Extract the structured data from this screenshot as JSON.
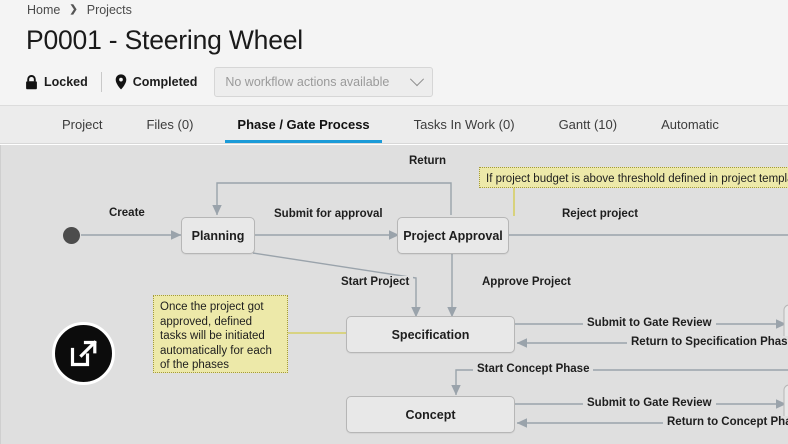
{
  "breadcrumb": {
    "items": [
      "Home",
      "Projects"
    ],
    "separator": "❯"
  },
  "header": {
    "title": "P0001 - Steering Wheel",
    "locked_label": "Locked",
    "status_label": "Completed",
    "workflow_select_value": "No workflow actions available"
  },
  "tabs": [
    {
      "label": "Project",
      "active": false
    },
    {
      "label": "Files (0)",
      "active": false
    },
    {
      "label": "Phase / Gate Process",
      "active": true
    },
    {
      "label": "Tasks In Work (0)",
      "active": false
    },
    {
      "label": "Gantt (10)",
      "active": false
    },
    {
      "label": "Automatic",
      "active": false
    }
  ],
  "colors": {
    "accent": "#1b9bd8",
    "canvas_bg": "#dfdfdf",
    "node_bg": "#e8e8e8",
    "node_border": "#b6b6b6",
    "note_bg": "#ede9a9",
    "note_border": "#a39a3c",
    "edge": "#9aa3ab",
    "fab_bg": "#0c0c0c"
  },
  "diagram": {
    "nodes": [
      {
        "id": "planning",
        "label": "Planning"
      },
      {
        "id": "project-approval",
        "label": "Project Approval"
      },
      {
        "id": "specification",
        "label": "Specification"
      },
      {
        "id": "concept",
        "label": "Concept"
      }
    ],
    "edge_labels": [
      {
        "id": "create",
        "label": "Create"
      },
      {
        "id": "submit-for-approval",
        "label": "Submit for approval"
      },
      {
        "id": "return",
        "label": "Return"
      },
      {
        "id": "reject-project",
        "label": "Reject project"
      },
      {
        "id": "approve-project",
        "label": "Approve Project"
      },
      {
        "id": "start-project",
        "label": "Start Project"
      },
      {
        "id": "submit-to-gate-review-spec",
        "label": "Submit to Gate Review"
      },
      {
        "id": "return-to-specification-phase",
        "label": "Return to Specification Phase"
      },
      {
        "id": "start-concept-phase",
        "label": "Start Concept Phase"
      },
      {
        "id": "submit-to-gate-review-concept",
        "label": "Submit to Gate Review"
      },
      {
        "id": "return-to-concept-phase",
        "label": "Return to Concept Phase"
      }
    ],
    "notes": [
      {
        "id": "budget-threshold-note",
        "text": "If project budget is above threshold defined in project template,"
      },
      {
        "id": "auto-tasks-note",
        "text": "Once the project got approved, defined tasks will be initiated automatically for each of the phases"
      }
    ],
    "fab": {
      "icon": "expand-external-icon"
    }
  }
}
